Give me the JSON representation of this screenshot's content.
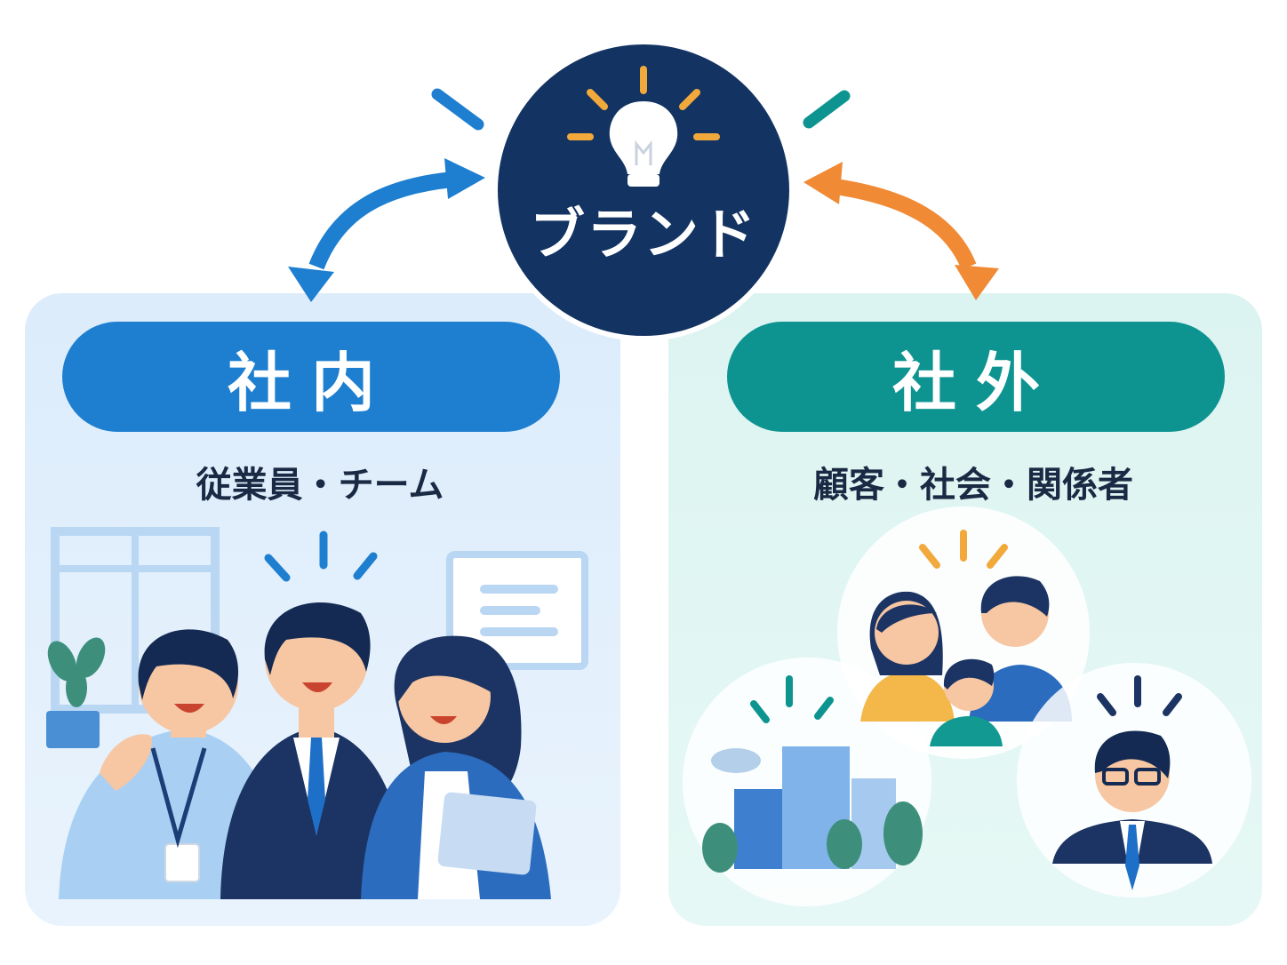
{
  "center": {
    "label": "ブランド",
    "icon": "lightbulb-icon"
  },
  "left": {
    "title": "社内",
    "subtitle": "従業員・チーム",
    "accent": "#1e7fd0"
  },
  "right": {
    "title": "社外",
    "subtitle": "顧客・社会・関係者",
    "accent": "#0e9490"
  },
  "colors": {
    "hub": "#133362",
    "arrow_left": "#1e7fd0",
    "arrow_right": "#f08a35",
    "spark": "#f2a93b"
  }
}
